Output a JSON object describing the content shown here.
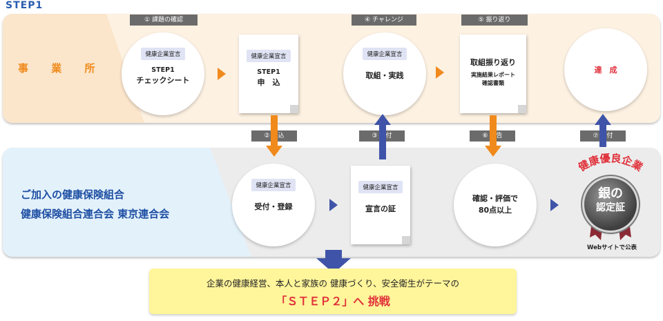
{
  "header": {
    "step_title": "STEP1"
  },
  "lanes": {
    "top_label": "事 業 所",
    "bottom_label_line1": "ご加入の健康保険組合",
    "bottom_label_line2": "健康保険組合連合会 東京連合会"
  },
  "badges": {
    "b1": "① 課題の確認",
    "b2": "② 申込",
    "b3": "③ 送付",
    "b4": "④ チャレンジ",
    "b5": "⑤ 振り返り",
    "b6": "⑥ 報告",
    "b7": "⑦ 送付"
  },
  "nodes": {
    "checksheet": {
      "tag": "健康企業宣言",
      "line1": "STEP1",
      "line2": "チェックシート"
    },
    "apply": {
      "tag": "健康企業宣言",
      "line1": "STEP1",
      "line2": "申　込"
    },
    "practice": {
      "tag": "健康企業宣言",
      "line1": "取組・実践"
    },
    "review": {
      "line1": "取組振り返り",
      "line2": "実施結果レポート",
      "line3": "確認書類"
    },
    "achieve": {
      "line1": "達　成"
    },
    "register": {
      "tag": "健康企業宣言",
      "line1": "受付・登録"
    },
    "certificate": {
      "tag": "健康企業宣言",
      "line1": "宣言の証"
    },
    "evaluate": {
      "line1": "確認・評価で",
      "line2": "80点以上"
    }
  },
  "certification": {
    "arc_title": "健康優良企業",
    "medal_line1": "銀の",
    "medal_line2": "認定証",
    "web_note": "Webサイトで公表"
  },
  "bottom": {
    "line1": "企業の健康経営、本人と家族の 健康づくり、安全衛生がテーマの",
    "line2": "「ＳＴＥＰ２」へ 挑戦"
  },
  "colors": {
    "orange": "#f08a1c",
    "blue": "#3f54a8",
    "top_lane": "#fdf1e2",
    "bottom_lane": "#ececec",
    "red": "#e0303a",
    "yellow": "#fff59a"
  }
}
